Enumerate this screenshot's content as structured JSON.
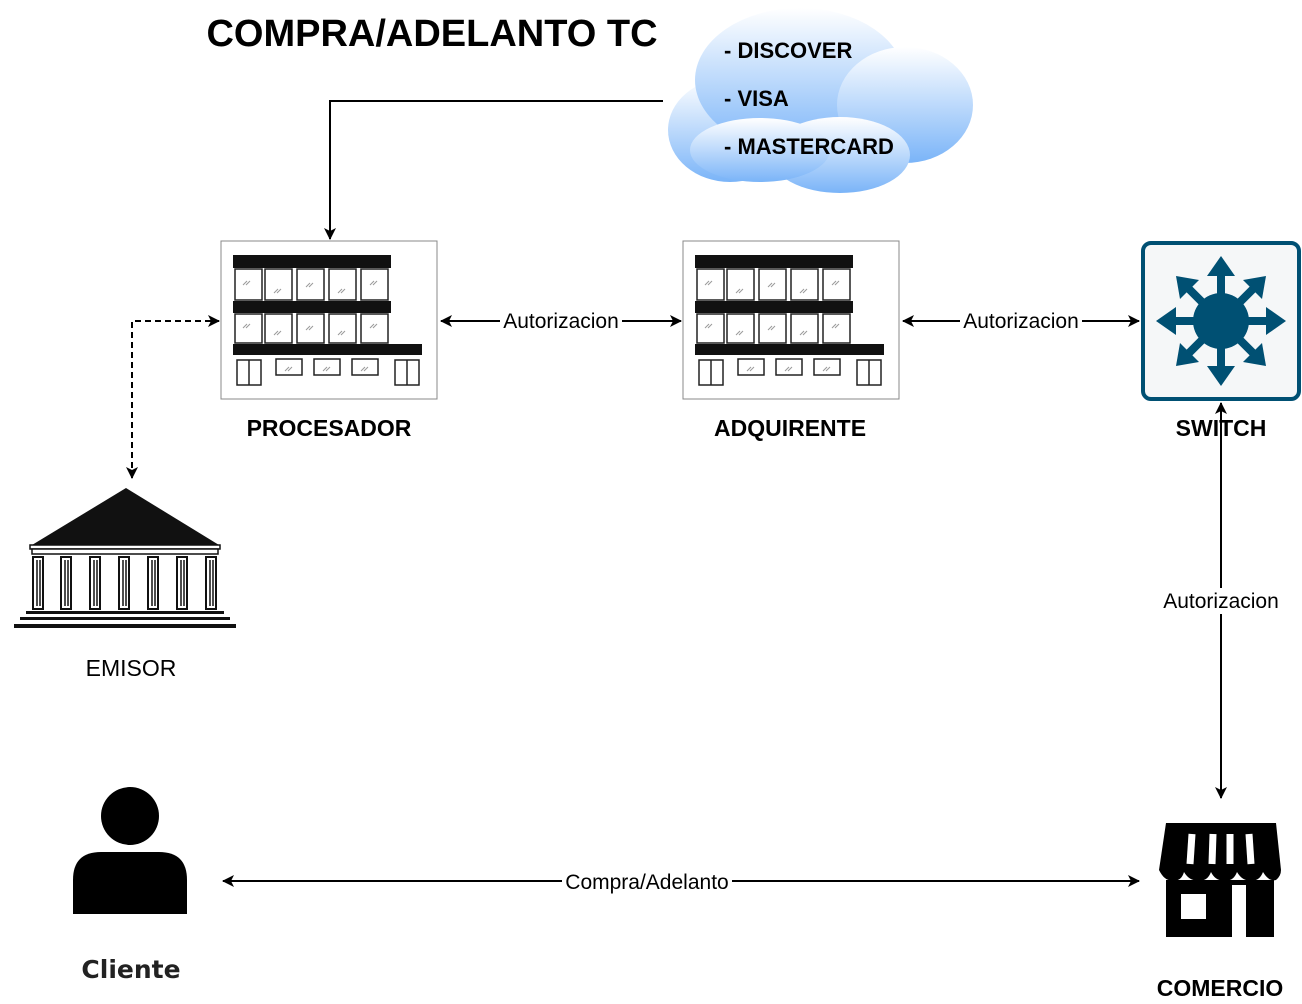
{
  "title": "COMPRA/ADELANTO TC",
  "networks": [
    "- DISCOVER",
    "- VISA",
    "- MASTERCARD"
  ],
  "nodes": {
    "procesador": "PROCESADOR",
    "adquirente": "ADQUIRENTE",
    "switch": "SWITCH",
    "emisor": "EMISOR",
    "cliente": "Cliente",
    "comercio": "COMERCIO"
  },
  "edges": {
    "procesador_adquirente": "Autorizacion",
    "adquirente_switch": "Autorizacion",
    "switch_comercio": "Autorizacion",
    "cliente_comercio": "Compra/Adelanto"
  },
  "colors": {
    "cloud_top": "#ffffff",
    "cloud_bottom": "#7ab4f8",
    "switch_icon": "#005073",
    "switch_bg": "#f5f7f8"
  }
}
